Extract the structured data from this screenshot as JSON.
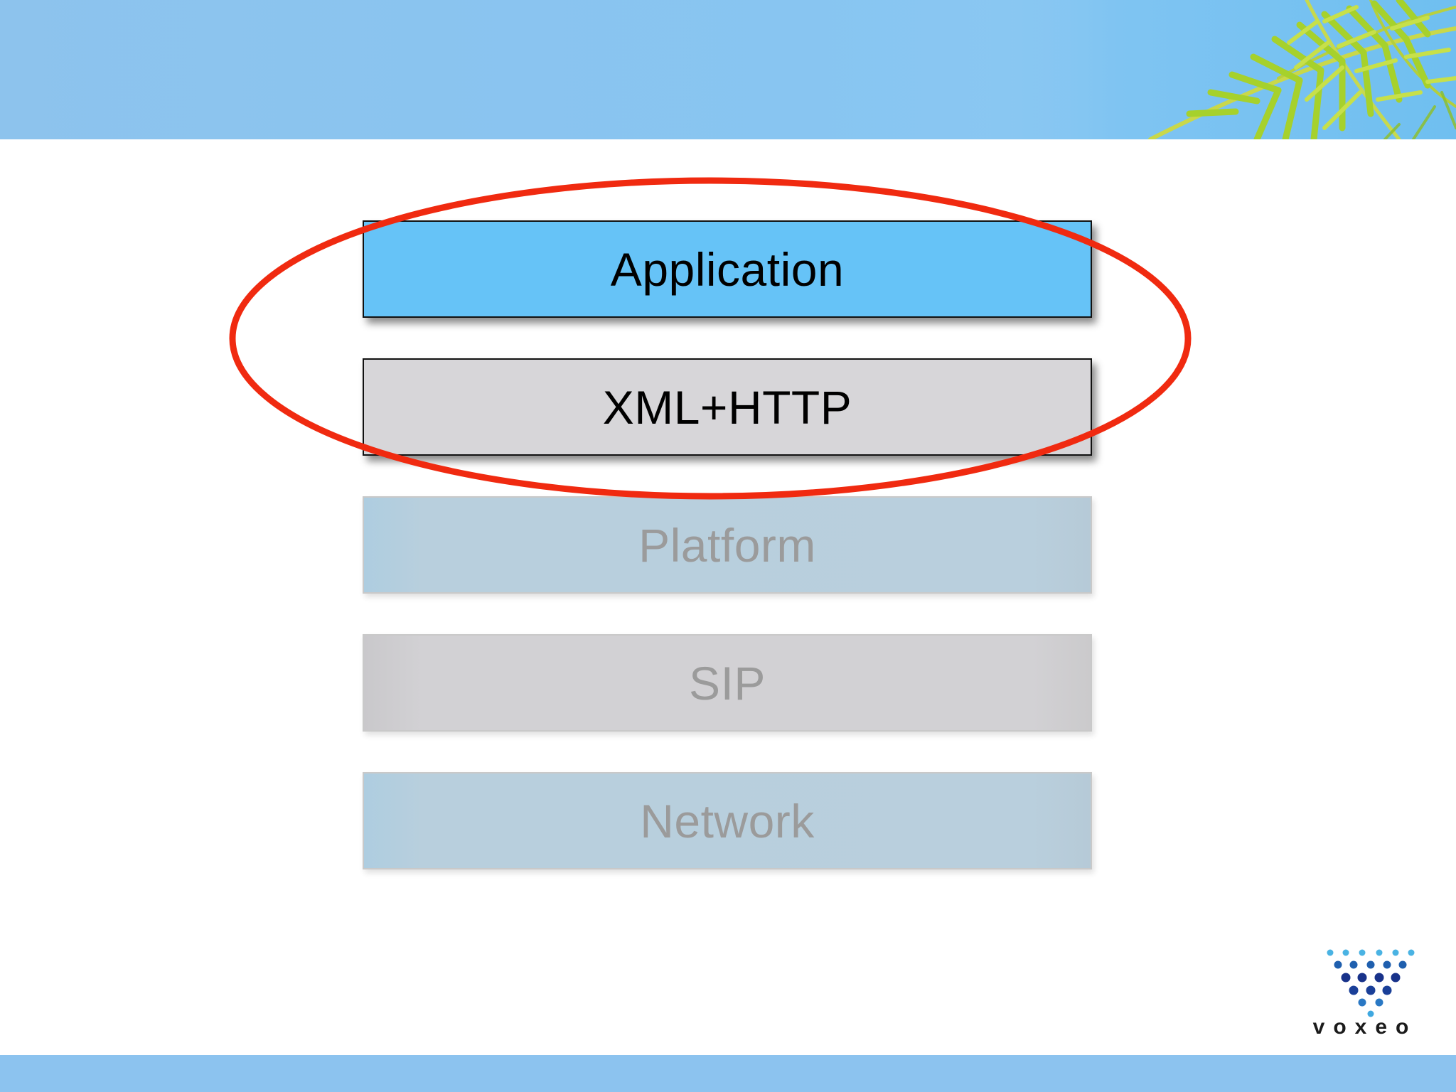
{
  "diagram": {
    "layers": [
      {
        "label": "Application",
        "state": "highlighted"
      },
      {
        "label": "XML+HTTP",
        "state": "highlighted"
      },
      {
        "label": "Platform",
        "state": "dimmed"
      },
      {
        "label": "SIP",
        "state": "dimmed"
      },
      {
        "label": "Network",
        "state": "dimmed"
      }
    ],
    "highlight": {
      "color": "#f02a10",
      "shape": "ellipse",
      "encloses": [
        "Application",
        "XML+HTTP"
      ]
    }
  },
  "branding": {
    "logo_text": "voxeo",
    "logo_icon": "voxeo-dot-triangle-icon",
    "header_art": "palm-fronds-icon"
  },
  "colors": {
    "header_band": "#8dc3ed",
    "footer_band": "#8cc3ef",
    "application_fill": "#66c3f7",
    "xml_http_fill": "#d7d6d9",
    "highlight_stroke": "#f02a10"
  }
}
